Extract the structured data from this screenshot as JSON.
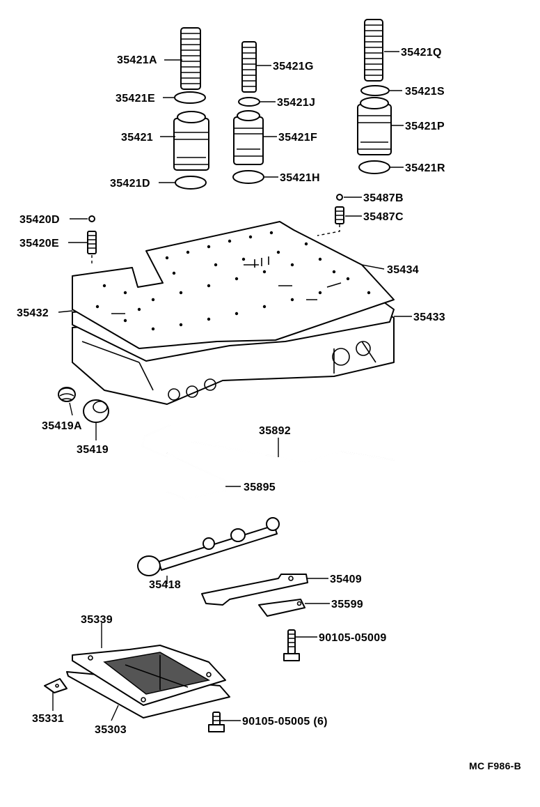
{
  "diagram_code": "MC F986-B",
  "labels": {
    "p35421A": "35421A",
    "p35421G": "35421G",
    "p35421Q": "35421Q",
    "p35421E": "35421E",
    "p35421J": "35421J",
    "p35421S": "35421S",
    "p35421": "35421",
    "p35421F": "35421F",
    "p35421P": "35421P",
    "p35421D": "35421D",
    "p35421H": "35421H",
    "p35421R": "35421R",
    "p35487B": "35487B",
    "p35487C": "35487C",
    "p35420D": "35420D",
    "p35420E": "35420E",
    "p35434": "35434",
    "p35432": "35432",
    "p35433": "35433",
    "p35419A": "35419A",
    "p35419": "35419",
    "p35892": "35892",
    "p35895": "35895",
    "p35418": "35418",
    "p35409": "35409",
    "p35599": "35599",
    "p90105_05009": "90105-05009",
    "p35339": "35339",
    "p35331": "35331",
    "p35303": "35303",
    "p90105_05005": "90105-05005 (6)"
  }
}
